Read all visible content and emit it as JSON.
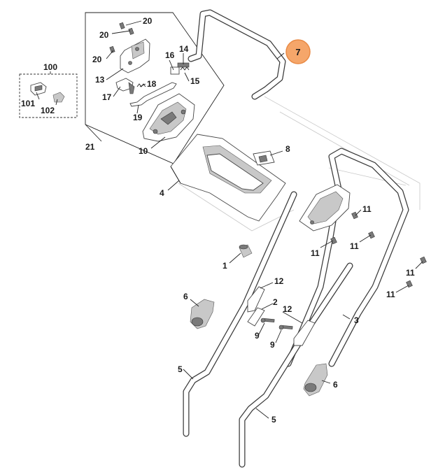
{
  "diagram": {
    "highlight_color": "#f5a66a",
    "highlight_border": "#e98a45",
    "labels": {
      "l1": "1",
      "l2": "2",
      "l3": "3",
      "l4": "4",
      "l5a": "5",
      "l5b": "5",
      "l6a": "6",
      "l6b": "6",
      "l7": "7",
      "l8": "8",
      "l9a": "9",
      "l9b": "9",
      "l10": "10",
      "l11a": "11",
      "l11b": "11",
      "l11c": "11",
      "l11d": "11",
      "l11e": "11",
      "l12a": "12",
      "l12b": "12",
      "l13": "13",
      "l14": "14",
      "l15": "15",
      "l16": "16",
      "l17": "17",
      "l18": "18",
      "l19": "19",
      "l20a": "20",
      "l20b": "20",
      "l20c": "20",
      "l21": "21",
      "l100": "100",
      "l101": "101",
      "l102": "102"
    }
  }
}
